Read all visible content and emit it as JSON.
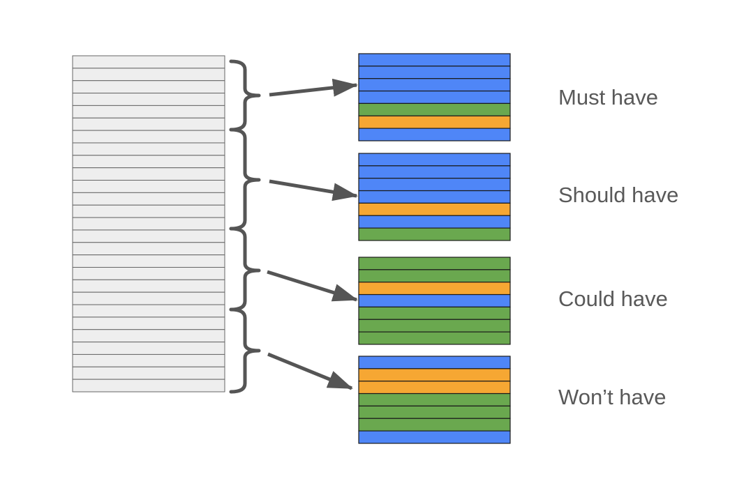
{
  "colors": {
    "backlog_fill": "#eeeeee",
    "backlog_stroke": "#666666",
    "row_stroke": "#1a1a1a",
    "blue": "#4f86f7",
    "green": "#6aa84f",
    "orange": "#f6a733",
    "connector": "#555555",
    "label_text": "#595959"
  },
  "backlog": {
    "item_count": 27
  },
  "categories": [
    {
      "label": "Must have",
      "rows": [
        "blue",
        "blue",
        "blue",
        "blue",
        "green",
        "orange",
        "blue"
      ]
    },
    {
      "label": "Should have",
      "rows": [
        "blue",
        "blue",
        "blue",
        "blue",
        "orange",
        "blue",
        "green"
      ]
    },
    {
      "label": "Could have",
      "rows": [
        "green",
        "green",
        "orange",
        "blue",
        "green",
        "green",
        "green"
      ]
    },
    {
      "label": "Won’t have",
      "rows": [
        "blue",
        "orange",
        "orange",
        "green",
        "green",
        "green",
        "blue"
      ]
    }
  ]
}
